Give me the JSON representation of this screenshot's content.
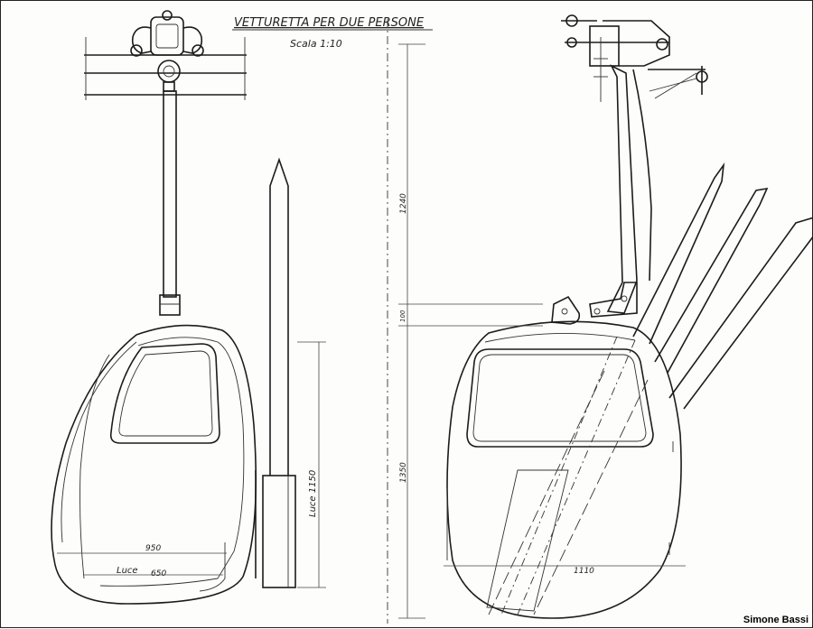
{
  "drawing": {
    "title": "VETTURETTA PER DUE PERSONE",
    "scale": "Scala 1:10",
    "dimensions": {
      "luce_1150": "Luce 1150",
      "width_950": "950",
      "luce_650_label": "Luce",
      "luce_650_value": "650",
      "height_1240": "1240",
      "gap_100": "100",
      "height_1350": "1350",
      "width_1110": "1110"
    }
  },
  "credit": "Simone Bassi"
}
